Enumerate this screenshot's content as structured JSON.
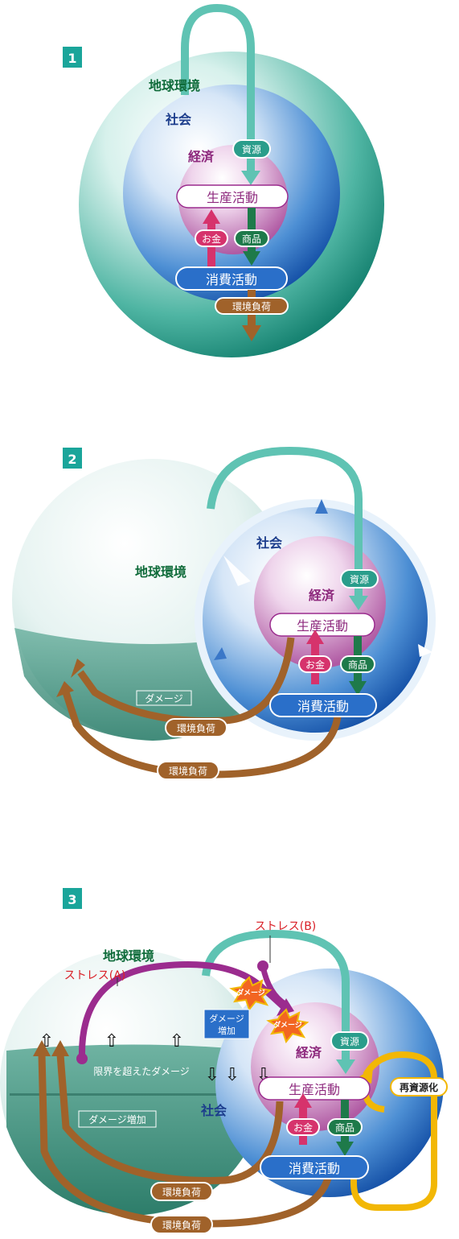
{
  "panel1": {
    "number": "1",
    "earth": "地球環境",
    "society": "社会",
    "economy": "経済",
    "resource": "資源",
    "production": "生産活動",
    "money": "お金",
    "goods": "商品",
    "consumption": "消費活動",
    "env_load": "環境負荷"
  },
  "panel2": {
    "number": "2",
    "earth": "地球環境",
    "society": "社会",
    "economy": "経済",
    "resource": "資源",
    "production": "生産活動",
    "money": "お金",
    "goods": "商品",
    "consumption": "消費活動",
    "damage": "ダメージ",
    "env_load_1": "環境負荷",
    "env_load_2": "環境負荷"
  },
  "panel3": {
    "number": "3",
    "earth": "地球環境",
    "society": "社会",
    "economy": "経済",
    "stress_a": "ストレス(A)",
    "stress_b": "ストレス(B)",
    "damage_burst_1": "ダメージ",
    "damage_burst_2": "ダメージ",
    "damage_increase_box_1": "ダメージ",
    "damage_increase_box_2": "増加",
    "over_limit": "限界を超えたダメージ",
    "damage_increase": "ダメージ増加",
    "resource": "資源",
    "recycle": "再資源化",
    "production": "生産活動",
    "money": "お金",
    "goods": "商品",
    "consumption": "消費活動",
    "env_load_1": "環境負荷",
    "env_load_2": "環境負荷"
  },
  "colors": {
    "badge": "#1aa59a",
    "earth_text": "#0f6b3a",
    "society_text": "#1c3d8c",
    "economy_text": "#8e2a7e",
    "resource_teal": "#5fc3b3",
    "money_pink": "#d6336c",
    "goods_green": "#1e7a4a",
    "load_brown": "#a0622a",
    "stress_purple": "#9b2c8e",
    "stress_red": "#d92027",
    "recycle_yellow": "#f2b705"
  }
}
